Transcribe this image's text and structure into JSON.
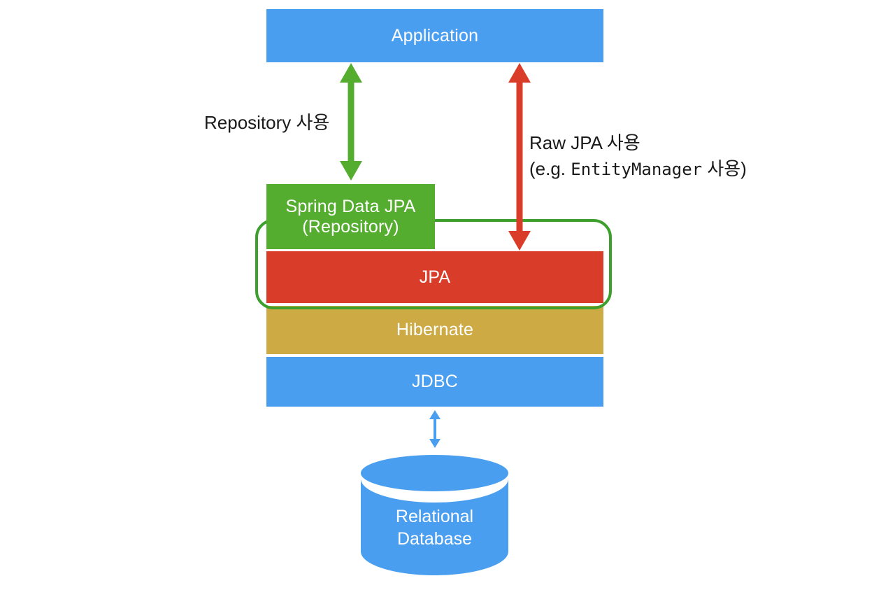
{
  "diagram": {
    "title": "JPA persistence layer stack",
    "colors": {
      "blue": "#4a9ef0",
      "green": "#55ad30",
      "green_outline": "#3da02c",
      "red": "#d93d2a",
      "gold": "#cdaa44",
      "text_on_fill": "#ffffff",
      "text_label": "#1a1a1a",
      "background": "#ffffff"
    },
    "layers": {
      "application": "Application",
      "spring_data_jpa_line1": "Spring Data JPA",
      "spring_data_jpa_line2": "(Repository)",
      "jpa": "JPA",
      "hibernate": "Hibernate",
      "jdbc": "JDBC",
      "database_line1": "Relational",
      "database_line2": "Database"
    },
    "arrows": {
      "repository": {
        "label": "Repository 사용",
        "color": "#55ad30",
        "direction": "both",
        "from": "Application",
        "to": "Spring Data JPA (Repository)"
      },
      "raw_jpa": {
        "label_line1": "Raw JPA 사용",
        "label_line2_prefix": "(e.g. ",
        "label_line2_mono": "EntityManager",
        "label_line2_suffix": " 사용)",
        "color": "#d93d2a",
        "direction": "both",
        "from": "Application",
        "to": "JPA"
      },
      "jdbc_database": {
        "label": "",
        "color": "#4a9ef0",
        "direction": "both",
        "from": "JDBC",
        "to": "Relational Database"
      }
    },
    "group": {
      "name": "JPA abstraction group",
      "outline_color": "#3da02c",
      "members": [
        "Spring Data JPA (Repository)",
        "JPA"
      ]
    }
  }
}
